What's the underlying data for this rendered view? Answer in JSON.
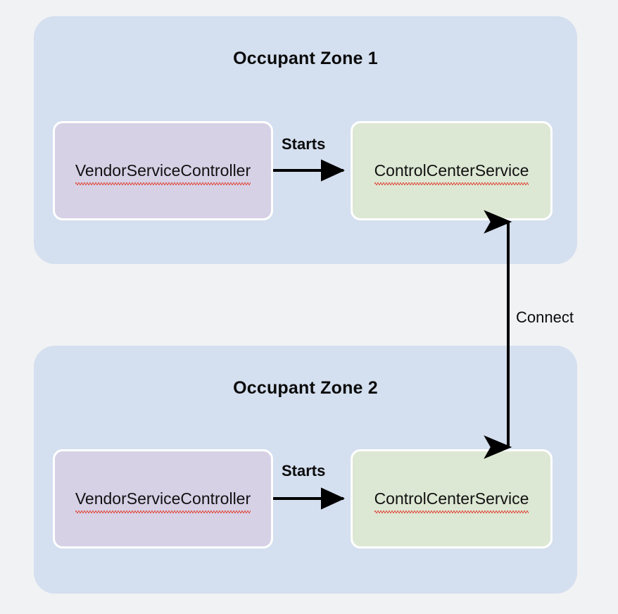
{
  "diagram": {
    "title_visible": false,
    "background_color": "#f1f2f4",
    "zone_color": "#d4dfef",
    "vendor_node_color": "#d7d1e6",
    "control_node_color": "#dde8d4",
    "arrow_color": "#000000",
    "spellcheck_underline_color": "#e04b3c"
  },
  "zones": [
    {
      "id": "zone-1",
      "title": "Occupant Zone 1",
      "nodes": [
        {
          "id": "vendor-1",
          "label": "VendorServiceController",
          "type": "vendor"
        },
        {
          "id": "control-1",
          "label": "ControlCenterService",
          "type": "control"
        }
      ],
      "edge_label": "Starts"
    },
    {
      "id": "zone-2",
      "title": "Occupant Zone 2",
      "nodes": [
        {
          "id": "vendor-2",
          "label": "VendorServiceController",
          "type": "vendor"
        },
        {
          "id": "control-2",
          "label": "ControlCenterService",
          "type": "control"
        }
      ],
      "edge_label": "Starts"
    }
  ],
  "edges": {
    "starts_1": "Starts",
    "starts_2": "Starts",
    "connect": "Connect"
  }
}
